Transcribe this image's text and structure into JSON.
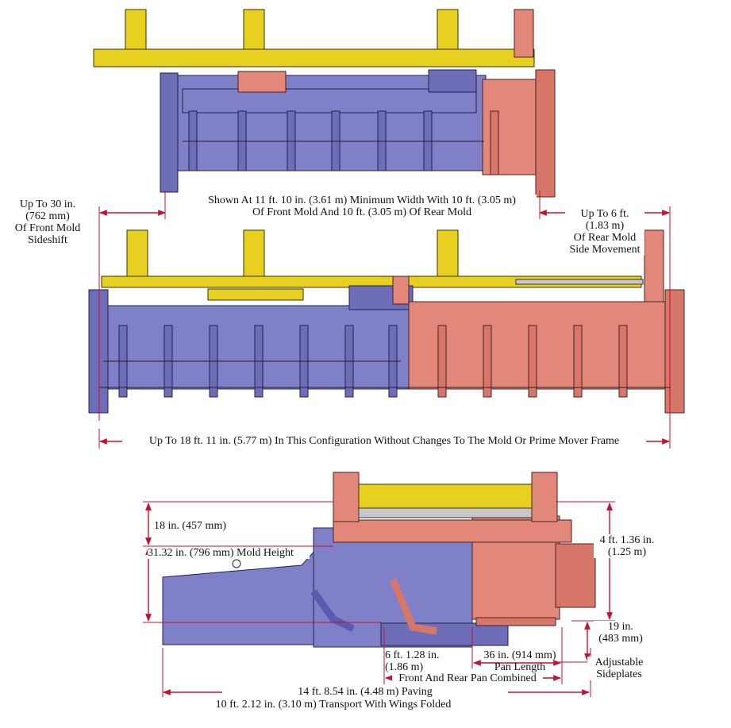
{
  "colors": {
    "front_mold": "#8080c8",
    "rear_mold": "#e2877a",
    "beam": "#e8d020",
    "dimension": "#c8102e"
  },
  "top_view": {
    "min_width_note_line1": "Shown At 11 ft. 10 in. (3.61 m) Minimum Width With 10 ft. (3.05 m)",
    "min_width_note_line2": "Of Front Mold And 10 ft. (3.05 m) Of Rear Mold",
    "front_shift_line1": "Up To 30 in.",
    "front_shift_line2": "(762 mm)",
    "front_shift_line3": "Of Front Mold",
    "front_shift_line4": "Sideshift",
    "rear_move_line1": "Up To 6 ft.",
    "rear_move_line2": "(1.83 m)",
    "rear_move_line3": "Of Rear Mold",
    "rear_move_line4": "Side Movement"
  },
  "middle_view": {
    "max_width_note": "Up To 18 ft. 11 in. (5.77 m) In This Configuration Without Changes To The Mold Or Prime Mover Frame"
  },
  "side_view": {
    "height_18": "18 in. (457 mm)",
    "mold_height": "31.32 in. (796 mm) Mold Height",
    "overall_height_line1": "4 ft. 1.36 in.",
    "overall_height_line2": "(1.25 m)",
    "sideplate_line1": "19 in.",
    "sideplate_line2": "(483 mm)",
    "pan_combined_line1": "6 ft. 1.28 in.",
    "pan_combined_line2": "(1.86 m)",
    "pan_combined_line3": "Front And Rear Pan Combined",
    "pan_length_line1": "36 in. (914 mm)",
    "pan_length_line2": "Pan Length",
    "adjustable_line1": "Adjustable",
    "adjustable_line2": "Sideplates",
    "paving_width": "14 ft. 8.54 in. (4.48 m) Paving",
    "transport_width": "10 ft. 2.12 in. (3.10 m) Transport With Wings Folded"
  }
}
